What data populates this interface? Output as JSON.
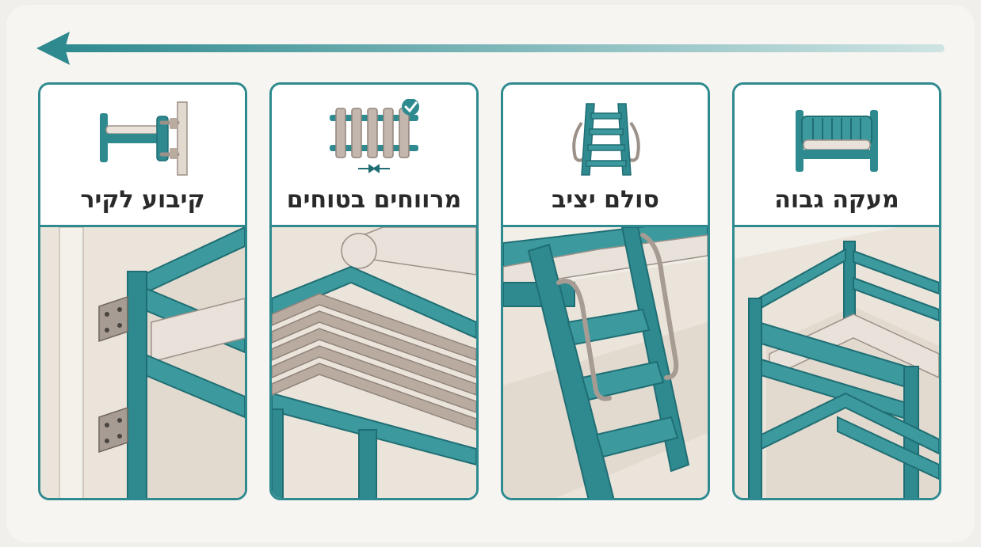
{
  "diagram": {
    "flow_direction": "right-to-left",
    "colors": {
      "accent": "#2e8a8f",
      "accent_dark": "#1f6e73",
      "wood": "#b9aba0",
      "mattress": "#e8e2da",
      "background": "#f6f5f2"
    },
    "steps": [
      {
        "title": "מעקה גבוה",
        "icon": "bed-guardrail-icon"
      },
      {
        "title": "סולם יציב",
        "icon": "ladder-icon"
      },
      {
        "title": "מרווחים בטוחים",
        "icon": "slat-spacing-check-icon"
      },
      {
        "title": "קיבוע לקיר",
        "icon": "wall-mount-icon"
      }
    ]
  }
}
